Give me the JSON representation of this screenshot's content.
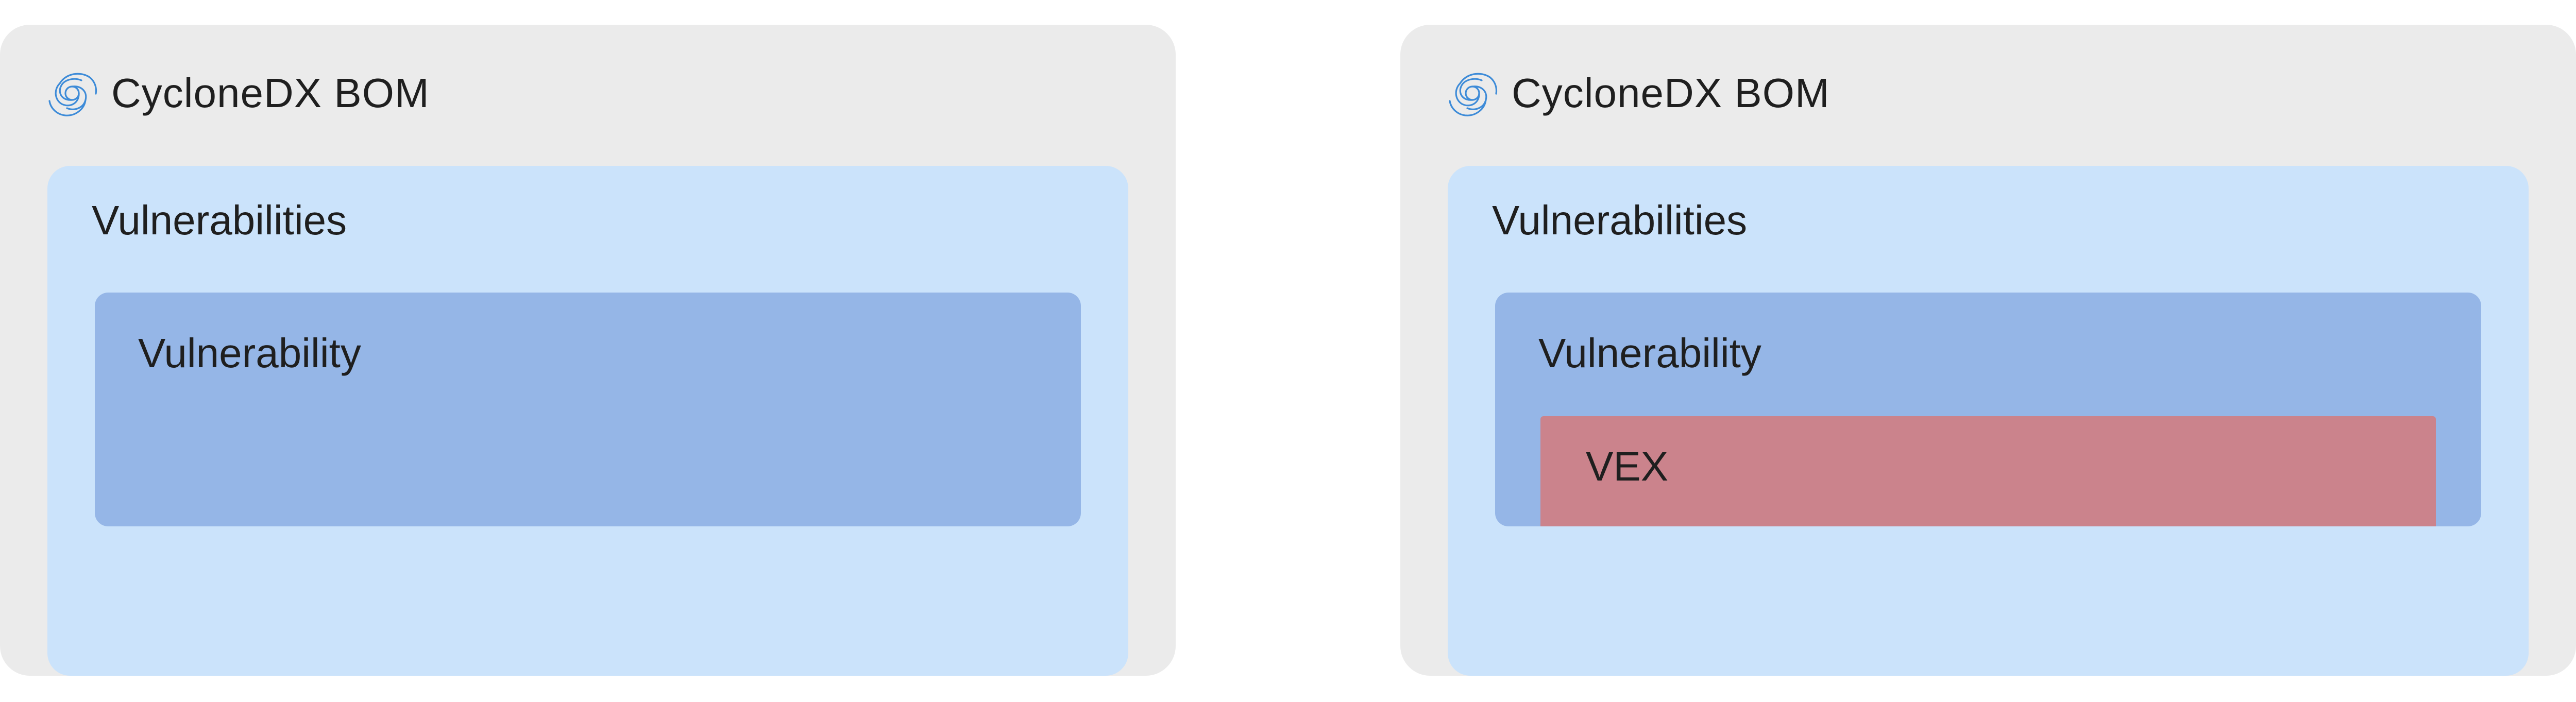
{
  "colors": {
    "bom_background": "#ebebeb",
    "vulnerabilities_background": "#cbe3fb",
    "vulnerability_background": "#95b6e7",
    "vex_background": "#cb838c",
    "logo_color": "#3d8bd8",
    "text": "#1f1f1f"
  },
  "panels": [
    {
      "logo_icon": "cyclonedx-logo-icon",
      "bom_title": "CycloneDX BOM",
      "vulnerabilities_title": "Vulnerabilities",
      "vulnerability_title": "Vulnerability"
    },
    {
      "logo_icon": "cyclonedx-logo-icon",
      "bom_title": "CycloneDX BOM",
      "vulnerabilities_title": "Vulnerabilities",
      "vulnerability_title": "Vulnerability",
      "vex_title": "VEX"
    }
  ]
}
